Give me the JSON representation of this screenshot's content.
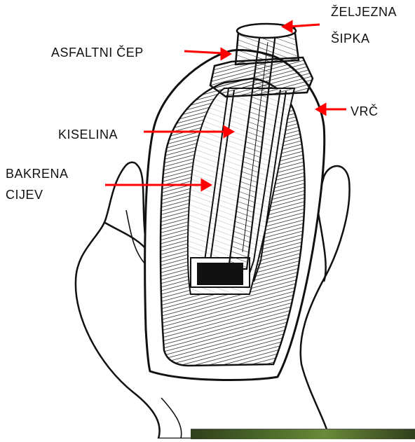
{
  "labels": {
    "iron_rod_line1": "ŽELJEZNA",
    "iron_rod_line2": "ŠIPKA",
    "asphalt_plug": "ASFALTNI ČEP",
    "jar": "VRČ",
    "acid": "KISELINA",
    "copper_tube_line1": "BAKRENA",
    "copper_tube_line2": "CIJEV"
  },
  "colors": {
    "arrow": "#ff0000",
    "ink": "#111111",
    "corner_accent": "#4d6b2a"
  }
}
